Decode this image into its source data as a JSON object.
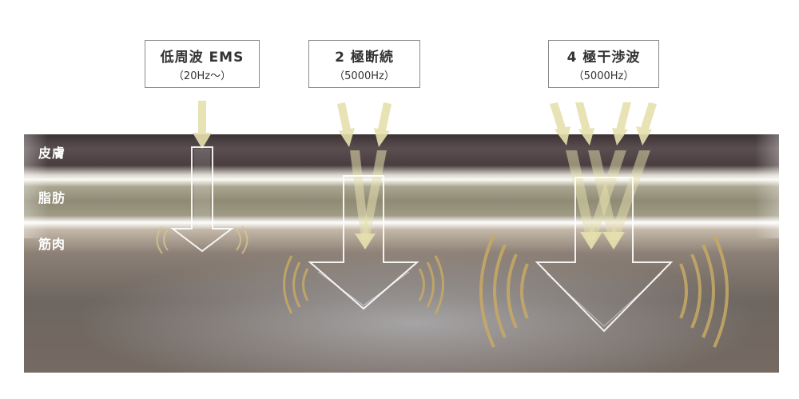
{
  "methods": [
    {
      "title": "低周波 EMS",
      "frequency": "（20Hz〜）"
    },
    {
      "title": "2 極断続",
      "frequency": "（5000Hz）"
    },
    {
      "title": "4 極干渉波",
      "frequency": "（5000Hz）"
    }
  ],
  "layers": {
    "skin": "皮膚",
    "fat": "脂肪",
    "muscle": "筋肉"
  },
  "colors": {
    "skin_band": "#4a3d3f",
    "fat_band": "#9a9480",
    "muscle_band": "#7a6d62",
    "incoming_arrow": "#e6e0ae",
    "wave": "#c8aa64"
  }
}
